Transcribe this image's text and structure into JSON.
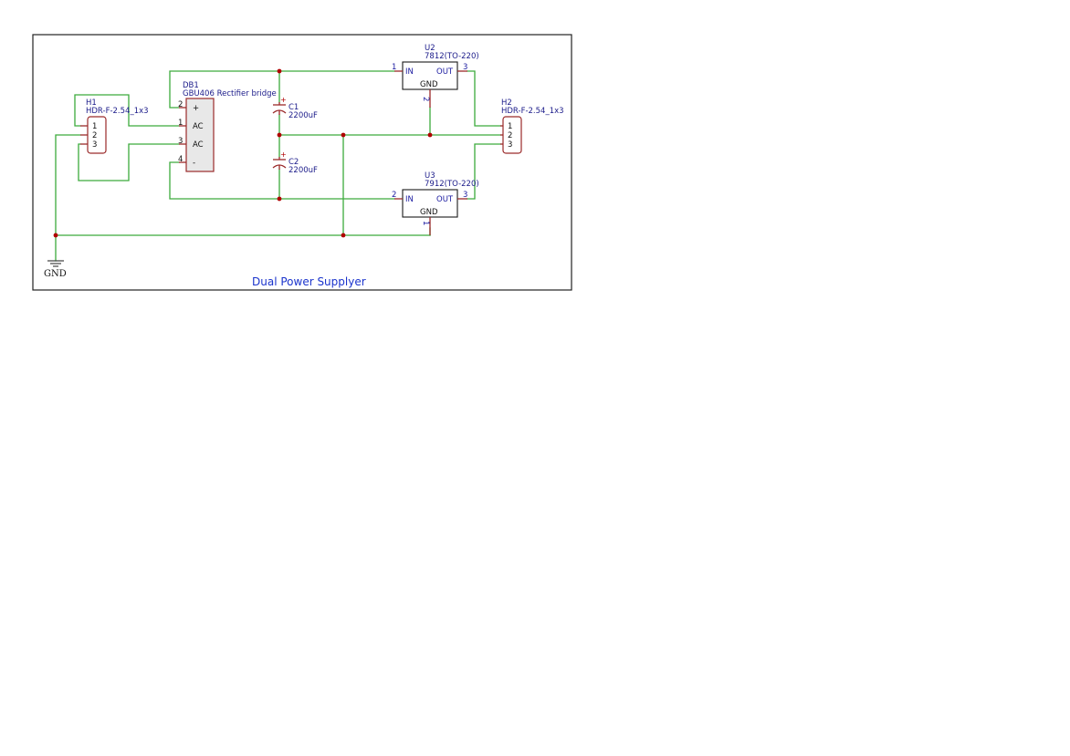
{
  "title": "Dual Power Supplyer",
  "colors": {
    "wire": "#3cab3c",
    "component": "#9a2a2a",
    "component_fill": "#fdf6dd",
    "junction": "#b00000",
    "ref_text": "#1b1b8a",
    "title_text": "#1a33cc"
  },
  "components": {
    "h1": {
      "ref": "H1",
      "value": "HDR-F-2.54_1x3",
      "pins": [
        "1",
        "2",
        "3"
      ]
    },
    "h2": {
      "ref": "H2",
      "value": "HDR-F-2.54_1x3",
      "pins": [
        "1",
        "2",
        "3"
      ]
    },
    "db1": {
      "ref": "DB1",
      "value": "GBU406 Rectifier bridge",
      "pin_numbers": [
        "2",
        "1",
        "3",
        "4"
      ],
      "pin_names": [
        "+",
        "AC",
        "AC",
        "-"
      ]
    },
    "c1": {
      "ref": "C1",
      "value": "2200uF",
      "polarity": "+"
    },
    "c2": {
      "ref": "C2",
      "value": "2200uF",
      "polarity": "+"
    },
    "u2": {
      "ref": "U2",
      "value": "7812(TO-220)",
      "in_pin": "1",
      "out_pin": "3",
      "gnd_pin": "2",
      "in_label": "IN",
      "out_label": "OUT",
      "gnd_label": "GND"
    },
    "u3": {
      "ref": "U3",
      "value": "7912(TO-220)",
      "in_pin": "2",
      "out_pin": "3",
      "gnd_pin": "1",
      "in_label": "IN",
      "out_label": "OUT",
      "gnd_label": "GND"
    },
    "gnd": {
      "label": "GND"
    }
  }
}
